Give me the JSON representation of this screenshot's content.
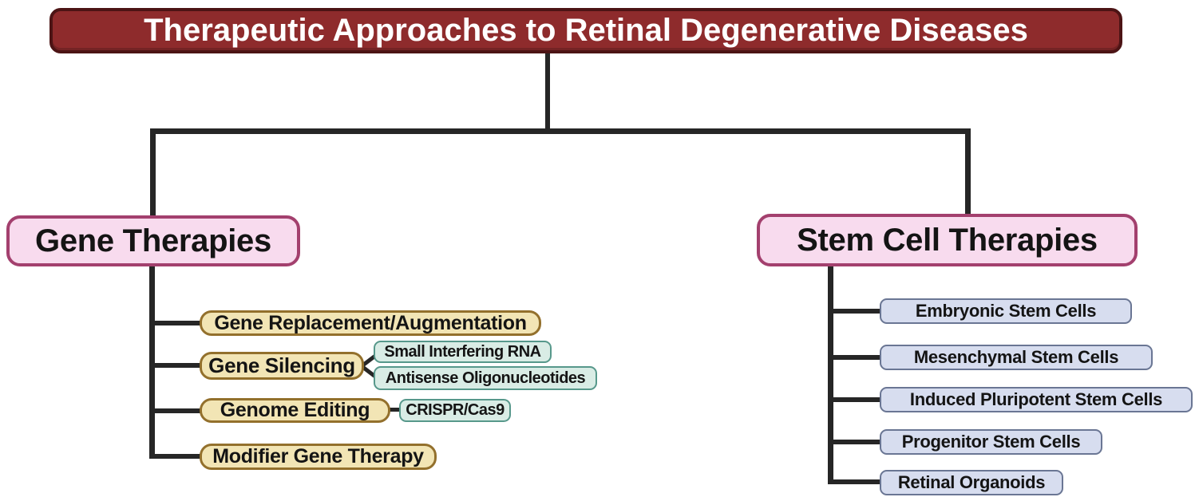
{
  "title": "Therapeutic Approaches to Retinal Degenerative Diseases",
  "colors": {
    "title_bg": "#8E2B2C",
    "title_border": "#4C1415",
    "category_bg": "#F8DBEE",
    "category_border": "#A3406E",
    "gene_child_bg": "#F2E5B5",
    "gene_child_border": "#93702C",
    "technique_bg": "#D9ECE5",
    "technique_border": "#57988B",
    "stem_child_bg": "#D7DDEF",
    "stem_child_border": "#6A7694",
    "connector": "#262626"
  },
  "branches": {
    "gene": {
      "label": "Gene Therapies",
      "children": [
        {
          "label": "Gene Replacement/Augmentation",
          "children": []
        },
        {
          "label": "Gene Silencing",
          "children": [
            "Small Interfering RNA",
            "Antisense Oligonucleotides"
          ]
        },
        {
          "label": "Genome Editing",
          "children": [
            "CRISPR/Cas9"
          ]
        },
        {
          "label": "Modifier Gene Therapy",
          "children": []
        }
      ]
    },
    "stem": {
      "label": "Stem Cell Therapies",
      "children": [
        {
          "label": "Embryonic Stem Cells"
        },
        {
          "label": "Mesenchymal Stem Cells"
        },
        {
          "label": "Induced Pluripotent Stem Cells"
        },
        {
          "label": "Progenitor Stem Cells"
        },
        {
          "label": "Retinal Organoids"
        }
      ]
    }
  }
}
